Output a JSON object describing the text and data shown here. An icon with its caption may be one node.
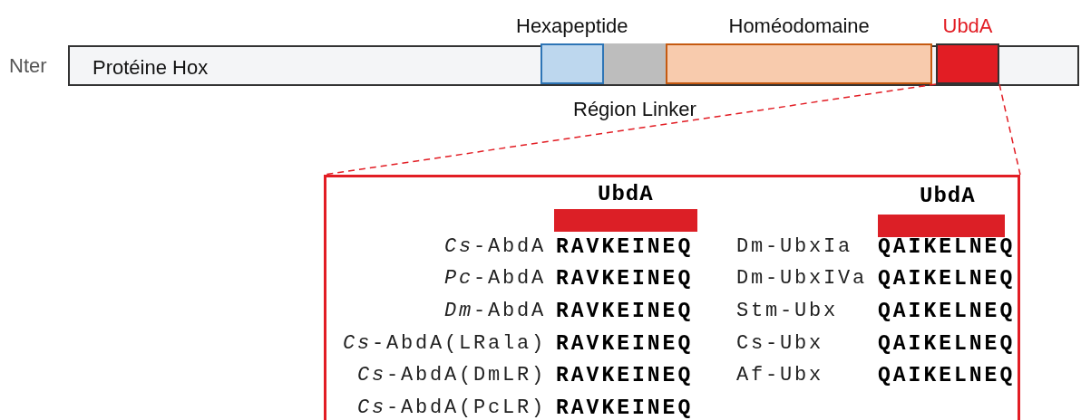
{
  "diagram": {
    "nodes": [
      {
        "text": [
          "Protéine Hox"
        ],
        "beside": [
          "Nter"
        ]
      },
      {
        "text": [
          "Hexapeptide"
        ],
        "in": 0
      },
      {
        "text": [
          "Région Linker"
        ],
        "in": 0
      },
      {
        "text": [
          "Homéodomaine"
        ],
        "in": 0
      },
      {
        "text": [
          "UbdA"
        ],
        "in": 0
      },
      {
        "text": [],
        "shape": "box"
      },
      {
        "text": [],
        "shape": "bar",
        "in": 5
      },
      {
        "text": [],
        "shape": "bar",
        "in": 5
      }
    ],
    "edges": [
      {
        "from": 4,
        "to": 5,
        "arrow": "none",
        "style": "dashed",
        "color": "#e21d24"
      },
      {
        "from": 4,
        "to": 5,
        "arrow": "none",
        "style": "dashed",
        "color": "#e21d24"
      }
    ],
    "labels": [
      "UbdA",
      "UbdA",
      "*Cs*-AbdA",
      "RAVKEINEQ",
      "Dm-UbxIa",
      "QAIKELNEQ",
      "*Pc*-AbdA",
      "RAVKEINEQ",
      "Dm-UbxIVa",
      "QAIKELNEQ",
      "*Dm*-AbdA",
      "RAVKEINEQ",
      "Stm-Ubx",
      "QAIKELNEQ",
      "*Cs*-AbdA(LRala)",
      "RAVKEINEQ",
      "Cs-Ubx",
      "QAIKELNEQ",
      "*Cs*-AbdA(DmLR)",
      "RAVKEINEQ",
      "Af-Ubx",
      "QAIKELNEQ",
      "*Cs*-AbdA(PcLR)",
      "RAVKEINEQ"
    ]
  }
}
